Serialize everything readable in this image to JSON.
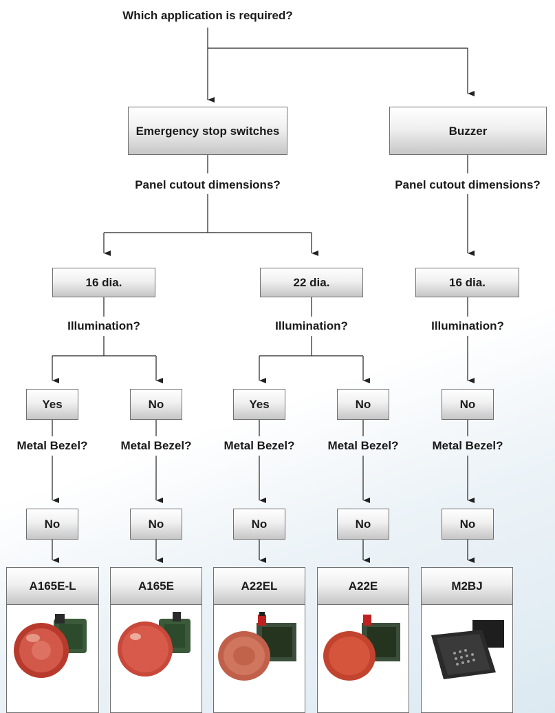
{
  "question_application": "Which application is required?",
  "app_emergency": "Emergency stop switches",
  "app_buzzer": "Buzzer",
  "question_cutout": "Panel cutout dimensions?",
  "dia_16": "16 dia.",
  "dia_22": "22 dia.",
  "question_illumination": "Illumination?",
  "answer_yes": "Yes",
  "answer_no": "No",
  "question_metal_bezel": "Metal Bezel?",
  "products": [
    "A165E-L",
    "A165E",
    "A22EL",
    "A22E",
    "M2BJ"
  ],
  "colors": {
    "line": "#222222",
    "box_border": "#6f6f6f",
    "button_red": "#c94a38",
    "buzzer_black": "#2a2a2a"
  },
  "product_images": [
    "illuminated-red-emergency-stop-button",
    "red-emergency-stop-button",
    "illuminated-red-mushroom-button",
    "red-mushroom-button",
    "black-square-buzzer"
  ]
}
